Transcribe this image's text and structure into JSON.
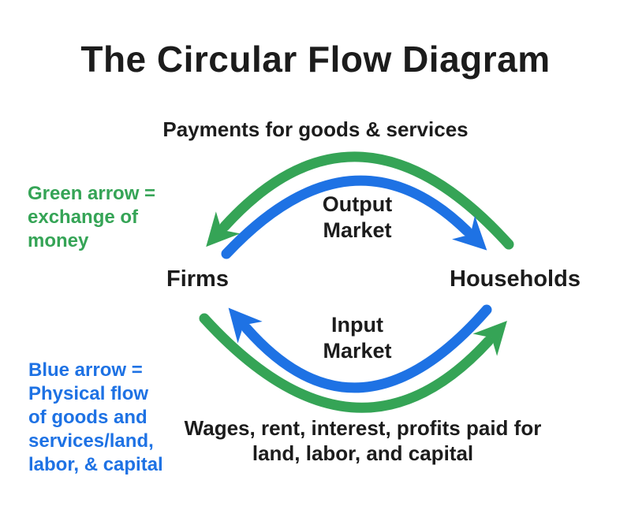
{
  "title": "The Circular Flow Diagram",
  "colors": {
    "green": "#35a456",
    "blue": "#1e72e4",
    "text": "#1c1c1c",
    "background": "#ffffff"
  },
  "legend": {
    "green": "Green arrow =\nexchange of\nmoney",
    "blue": "Blue arrow =\nPhysical flow\nof goods and\nservices/land,\nlabor, & capital"
  },
  "diagram": {
    "top_flow_label": "Payments for goods & services",
    "output_market_label": "Output\nMarket",
    "input_market_label": "Input\nMarket",
    "firms_label": "Firms",
    "households_label": "Households",
    "bottom_flow_label": "Wages, rent, interest, profits paid for\nland, labor, and capital",
    "arrows": [
      {
        "position": "top-outer",
        "color": "green",
        "points_to": "Firms"
      },
      {
        "position": "top-inner",
        "color": "blue",
        "points_to": "Households"
      },
      {
        "position": "bottom-inner",
        "color": "blue",
        "points_to": "Firms"
      },
      {
        "position": "bottom-outer",
        "color": "green",
        "points_to": "Households"
      }
    ]
  }
}
